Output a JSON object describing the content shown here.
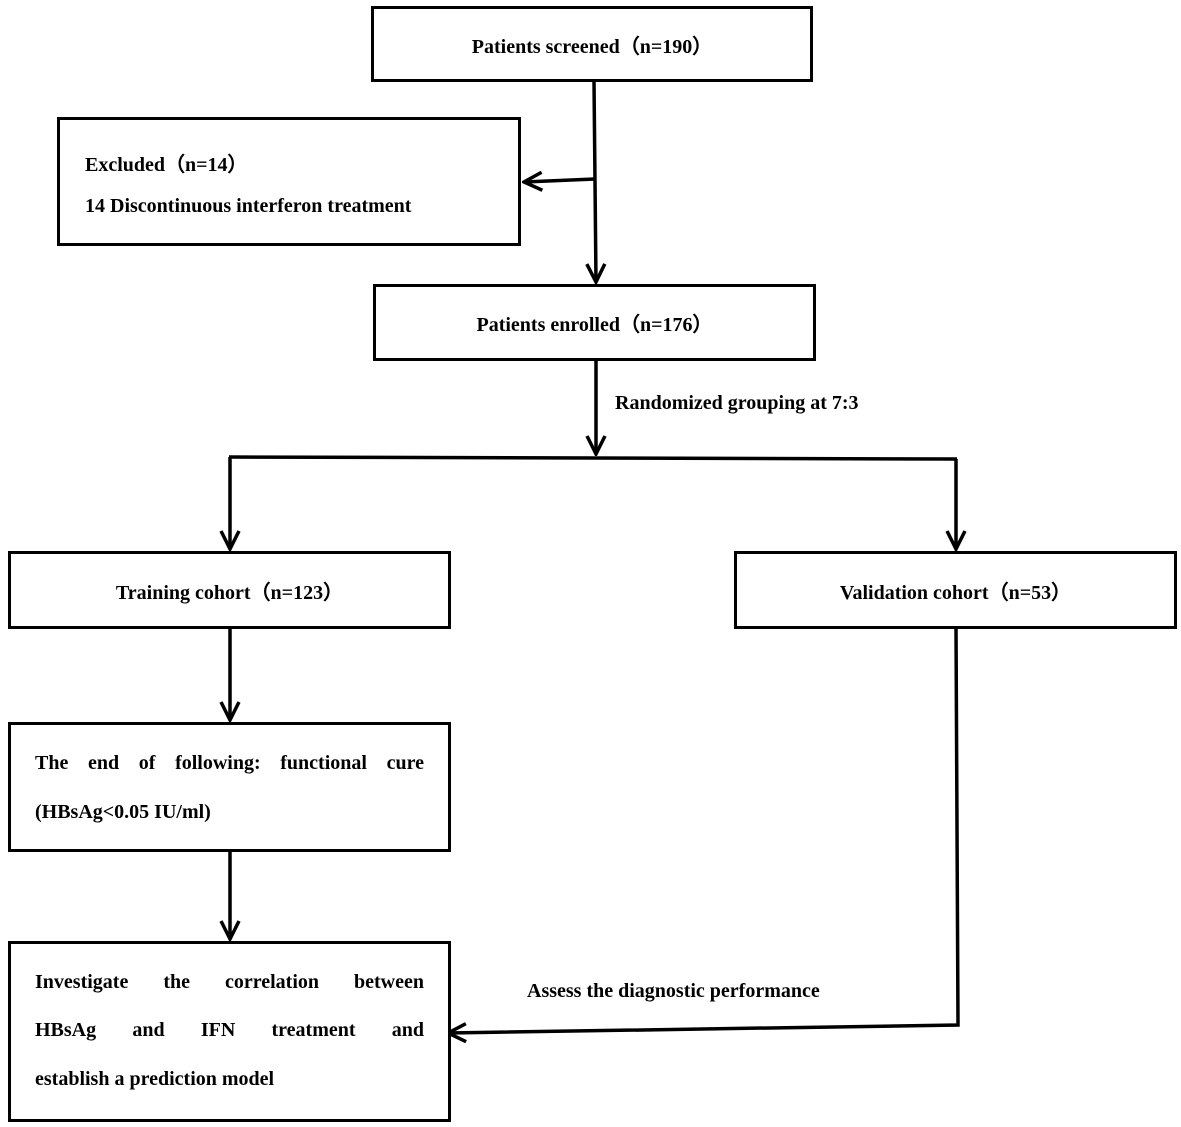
{
  "boxes": {
    "screened": "Patients screened（n=190）",
    "excluded": {
      "line1": "Excluded（n=14）",
      "line2": "14 Discontinuous interferon treatment"
    },
    "enrolled": "Patients enrolled（n=176）",
    "training": "Training cohort（n=123）",
    "validation": "Validation cohort（n=53）",
    "endpoint": {
      "line1": "The end of following: functional cure",
      "line2": "(HBsAg<0.05 IU/ml)"
    },
    "investigate": {
      "line1": "Investigate the correlation between",
      "line2": "HBsAg and IFN treatment and",
      "line3": "establish a prediction model"
    }
  },
  "labels": {
    "randomized": "Randomized grouping at 7:3",
    "assess": "Assess the diagnostic performance"
  }
}
